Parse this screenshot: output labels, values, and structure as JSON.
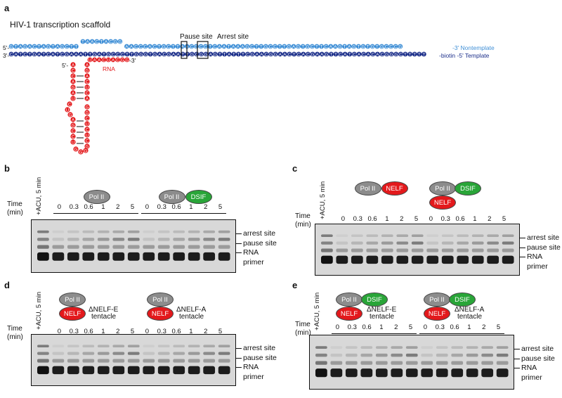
{
  "panel_a": {
    "letter": "a",
    "title": "HIV-1 transcription scaffold",
    "pause_label": "Pause site",
    "arrest_label": "Arrest site",
    "nontemplate_label": "-3' Nontemplate",
    "template_label": "-biotin -5' Template",
    "five_prime": "5'-",
    "three_prime": "3'-",
    "rna_label": "RNA",
    "rna_five": "5'-",
    "rna_three": "-3'",
    "nontemplate_seq": "GTAGACTAGTAGCTT TAACTACGG AACCCACTGCTTAACGCCTCAATAAAGCTTGCCTTGAGTGCTTCAAGTAGTGTGTGCCCG",
    "template_seq": "CATCTGATCATCGAAATTGATGCCCTTGGGTGACGAATTGCGGAGTTATTTCGAACGGAACTCACGAAGTTCATCACACACGGGCTTTTT",
    "rna_seq": "UAACUACGG",
    "hairpin_left": [
      "A",
      "C",
      "C",
      "A",
      "G",
      "A",
      "U",
      "C",
      "U",
      "G",
      "A",
      "G",
      "C",
      "C",
      "U",
      "G",
      "G",
      "G"
    ],
    "hairpin_right": [
      "A",
      "G",
      "A",
      "C",
      "U",
      "C",
      "A",
      "G",
      "G",
      "C",
      "U",
      "C",
      "U",
      "C",
      "G"
    ]
  },
  "panels": [
    {
      "letter": "b",
      "acu_label": "+ACU, 5 min",
      "time_label_1": "Time",
      "time_label_2": "(min)",
      "group1": {
        "pills": [
          {
            "text": "Pol II",
            "color": "grey"
          }
        ],
        "deletion": "",
        "deletion2": ""
      },
      "group2": {
        "pills": [
          {
            "text": "Pol II",
            "color": "grey"
          },
          {
            "text": "DSIF",
            "color": "green"
          }
        ],
        "deletion": "",
        "deletion2": ""
      },
      "times": [
        "0",
        "0.3",
        "0.6",
        "1",
        "2",
        "5"
      ],
      "band_labels": [
        "arrest site",
        "pause site",
        "RNA",
        "primer"
      ]
    },
    {
      "letter": "c",
      "acu_label": "+ACU, 5 min",
      "time_label_1": "Time",
      "time_label_2": "(min)",
      "group1": {
        "pills": [
          {
            "text": "Pol II",
            "color": "grey"
          },
          {
            "text": "NELF",
            "color": "red"
          }
        ],
        "deletion": "",
        "deletion2": ""
      },
      "group2": {
        "pills": [
          {
            "text": "Pol II",
            "color": "grey"
          },
          {
            "text": "DSIF",
            "color": "green"
          },
          {
            "text": "NELF",
            "color": "red"
          }
        ],
        "deletion": "",
        "deletion2": ""
      },
      "times": [
        "0",
        "0.3",
        "0.6",
        "1",
        "2",
        "5"
      ],
      "band_labels": [
        "arrest site",
        "pause site",
        "RNA",
        "primer"
      ]
    },
    {
      "letter": "d",
      "acu_label": "+ACU, 5 min",
      "time_label_1": "Time",
      "time_label_2": "(min)",
      "group1": {
        "pills": [
          {
            "text": "Pol II",
            "color": "grey"
          },
          {
            "text": "NELF",
            "color": "red"
          }
        ],
        "deletion": "ΔNELF-E",
        "deletion2": "tentacle"
      },
      "group2": {
        "pills": [
          {
            "text": "Pol II",
            "color": "grey"
          },
          {
            "text": "NELF",
            "color": "red"
          }
        ],
        "deletion": "ΔNELF-A",
        "deletion2": "tentacle"
      },
      "times": [
        "0",
        "0.3",
        "0.6",
        "1",
        "2",
        "5"
      ],
      "band_labels": [
        "arrest site",
        "pause site",
        "RNA",
        "primer"
      ]
    },
    {
      "letter": "e",
      "acu_label": "+ACU, 5 min",
      "time_label_1": "Time",
      "time_label_2": "(min)",
      "group1": {
        "pills": [
          {
            "text": "Pol II",
            "color": "grey"
          },
          {
            "text": "DSIF",
            "color": "green"
          },
          {
            "text": "NELF",
            "color": "red"
          }
        ],
        "deletion": "ΔNELF-E",
        "deletion2": "tentacle"
      },
      "group2": {
        "pills": [
          {
            "text": "Pol II",
            "color": "grey"
          },
          {
            "text": "DSIF",
            "color": "green"
          },
          {
            "text": "NELF",
            "color": "red"
          }
        ],
        "deletion": "ΔNELF-A",
        "deletion2": "tentacle"
      },
      "times": [
        "0",
        "0.3",
        "0.6",
        "1",
        "2",
        "5"
      ],
      "band_labels": [
        "arrest site",
        "pause site",
        "RNA",
        "primer"
      ]
    }
  ],
  "colors": {
    "nontemplate": "#3f8fd6",
    "template": "#1c2f8a",
    "rna": "#e3191c",
    "polII": "#8c8c8c",
    "nelf": "#e3191c",
    "dsif": "#29a538"
  }
}
